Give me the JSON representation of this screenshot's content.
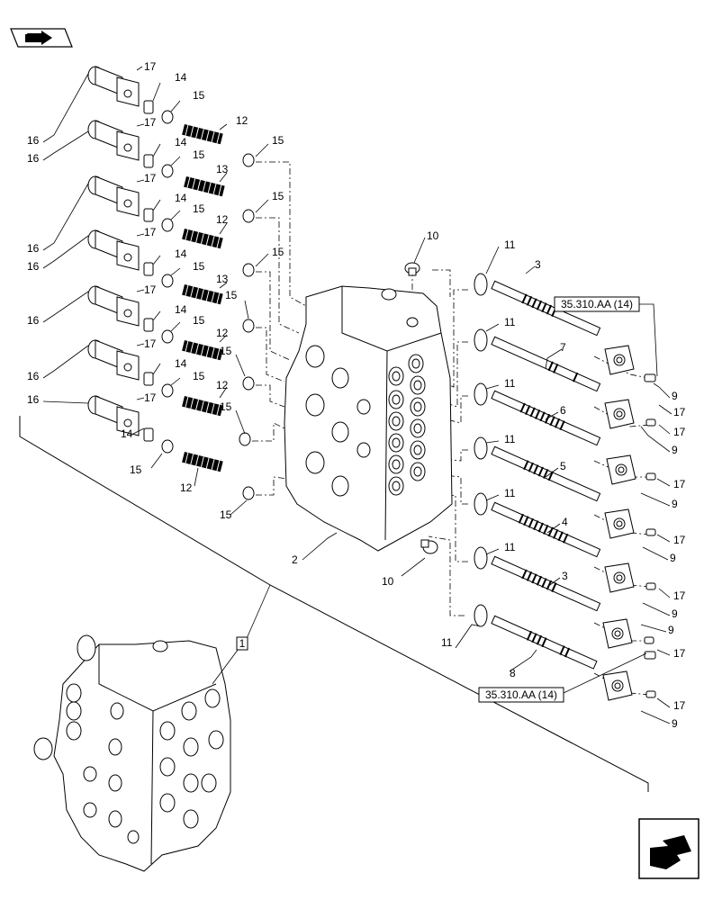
{
  "nav": {
    "top_icon": "book-arrow-icon",
    "bottom_icon": "next-page-arrow-icon"
  },
  "references": {
    "top_ref": "35.310.AA (14)",
    "bottom_ref": "35.310.AA (14)",
    "assembly_callout": "1"
  },
  "labels": {
    "l17a": "17",
    "l14a": "14",
    "l15a": "15",
    "l16a": "16",
    "l12a": "12",
    "l15b": "15",
    "l17b": "17",
    "l14b": "14",
    "l15c": "15",
    "l16b": "16",
    "l13a": "13",
    "l15d": "15",
    "l17c": "17",
    "l14c": "14",
    "l15e": "15",
    "l16c": "16",
    "l12b": "12",
    "l17d": "17",
    "l14d": "14",
    "l15f": "15",
    "l16d": "16",
    "l15g": "15",
    "l17e": "17",
    "l14e": "14",
    "l15h": "15",
    "l16e": "16",
    "l13b": "13",
    "l15i": "15",
    "l17f": "17",
    "l14f": "14",
    "l15j": "15",
    "l16f": "16",
    "l12c": "12",
    "l15k": "15",
    "l17g": "17",
    "l14g": "14",
    "l15l": "15",
    "l16g": "16",
    "l12d": "12",
    "l15m": "15",
    "l10a": "10",
    "l10b": "10",
    "l2": "2",
    "l11a": "11",
    "l3a": "3",
    "l11b": "11",
    "l7": "7",
    "l11c": "11",
    "l6": "6",
    "l11d": "11",
    "l5": "5",
    "l11e": "11",
    "l4": "4",
    "l11f": "11",
    "l3b": "3",
    "l11g": "11",
    "l8": "8",
    "l9a": "9",
    "l17h": "17",
    "l17i": "17",
    "l9b": "9",
    "l17j": "17",
    "l9c": "9",
    "l17k": "17",
    "l9d": "9",
    "l17l": "17",
    "l9e": "9",
    "l9f": "9",
    "l17m": "17",
    "l17n": "17",
    "l9g": "9"
  }
}
